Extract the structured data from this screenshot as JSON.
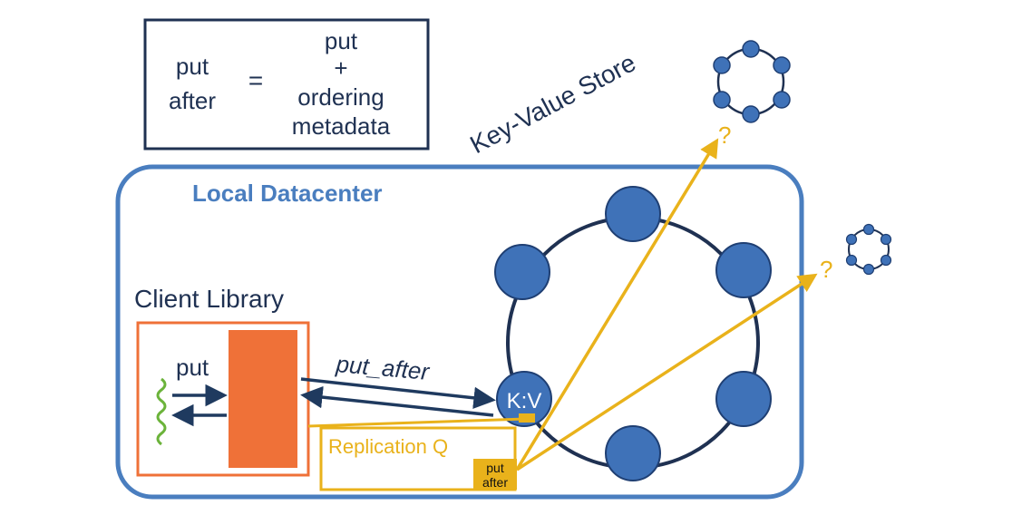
{
  "legend": {
    "left_line1": "put",
    "left_line2": "after",
    "equals": "=",
    "right_line1": "put",
    "right_line2": "+",
    "right_line3": "ordering",
    "right_line4": "metadata"
  },
  "store_label": "Key-Value Store",
  "datacenter_label": "Local Datacenter",
  "client_library_label": "Client Library",
  "put_label": "put",
  "put_after_label": "put_after",
  "kv_label": "K:V",
  "replication_queue_label": "Replication Q",
  "queue_item_line1": "put",
  "queue_item_line2": "after",
  "remote_question_1": "?",
  "remote_question_2": "?",
  "colors": {
    "datacenter_border": "#4a7ebf",
    "node_fill": "#3f72b8",
    "node_stroke": "#1f3f73",
    "ring_stroke": "#1f3152",
    "client_orange": "#ef7138",
    "replication_gold": "#e9b21b",
    "arrow_navy": "#1f3a5f",
    "wavy_green": "#6bb33a"
  }
}
